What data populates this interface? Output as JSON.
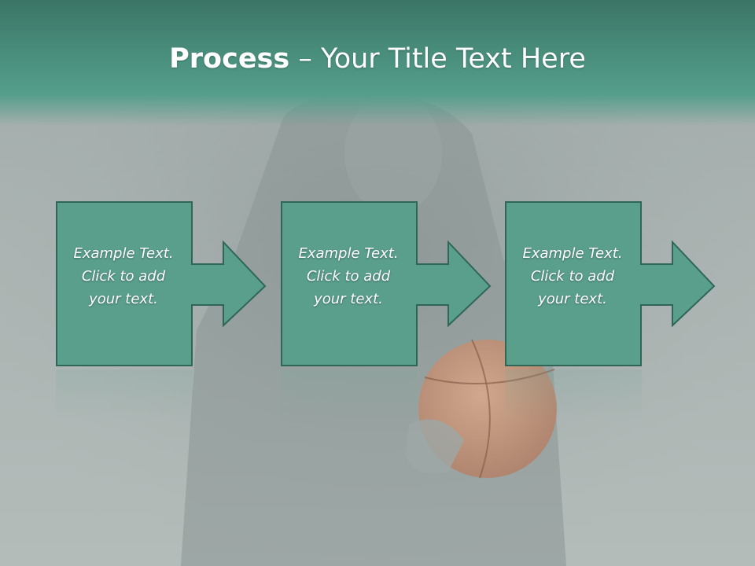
{
  "slide": {
    "title_bold": "Process",
    "title_rest": " – Your Title Text Here"
  },
  "steps": [
    {
      "line1": "Example Text.",
      "line2": "Click  to add",
      "line3": "your text."
    },
    {
      "line1": "Example Text.",
      "line2": "Click  to add",
      "line3": "your text."
    },
    {
      "line1": "Example Text.",
      "line2": "Click  to add",
      "line3": "your text."
    }
  ],
  "colors": {
    "box_fill": "#5a9e8c",
    "box_stroke": "#2f6658",
    "title_band": "#4a8f7d"
  }
}
